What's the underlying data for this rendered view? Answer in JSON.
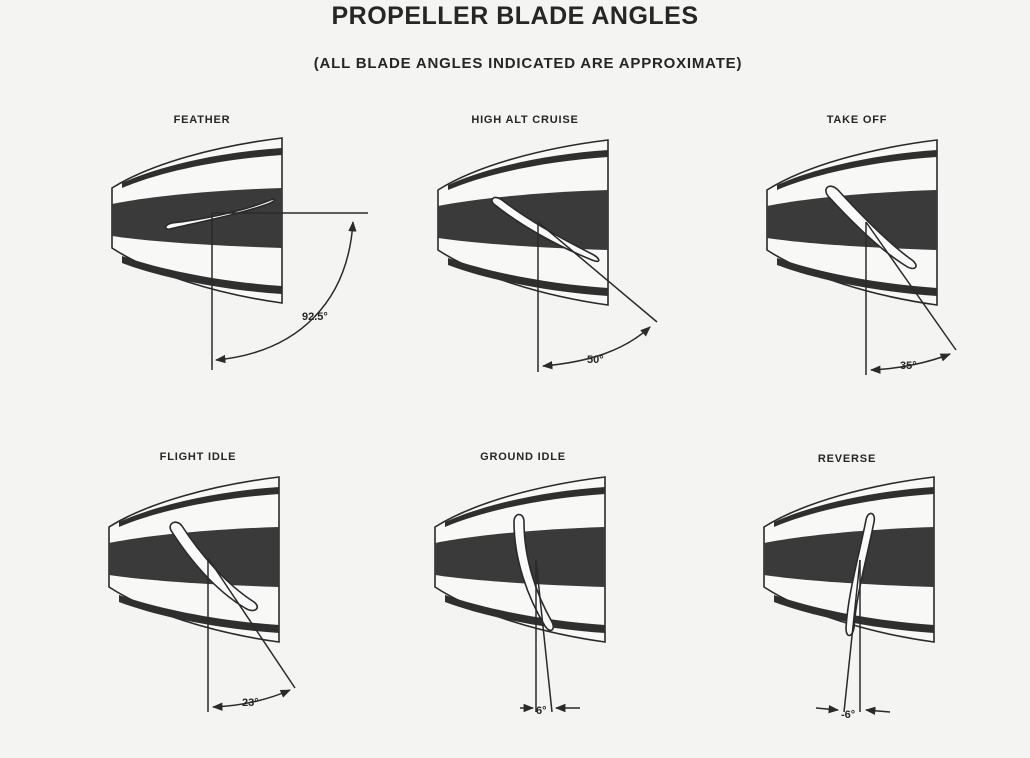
{
  "title": "PROPELLER BLADE ANGLES",
  "subtitle": "(ALL BLADE ANGLES INDICATED ARE APPROXIMATE)",
  "panels": [
    {
      "label": "FEATHER",
      "angle": "92.5°"
    },
    {
      "label": "HIGH ALT CRUISE",
      "angle": "50°"
    },
    {
      "label": "TAKE OFF",
      "angle": "35°"
    },
    {
      "label": "FLIGHT IDLE",
      "angle": "23°"
    },
    {
      "label": "GROUND IDLE",
      "angle": "6°"
    },
    {
      "label": "REVERSE",
      "angle": "-6°"
    }
  ],
  "colors": {
    "ink": "#262626",
    "paper": "#f4f4f2"
  }
}
